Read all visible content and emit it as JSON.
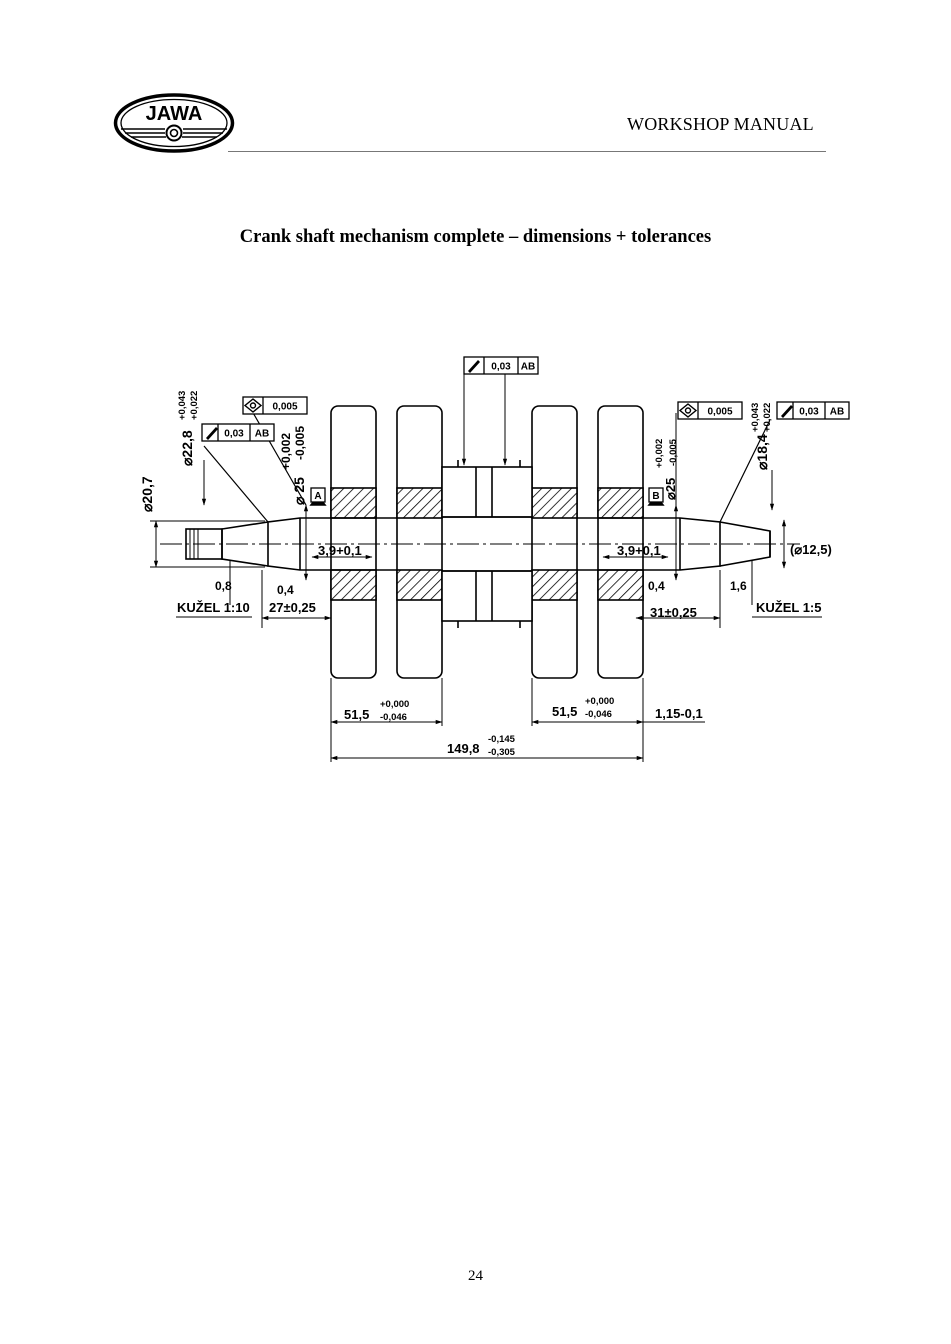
{
  "header": {
    "logo_text": "JAWA",
    "title": "WORKSHOP MANUAL"
  },
  "page_title": "Crank shaft mechanism complete – dimensions + tolerances",
  "drawing": {
    "frames": {
      "top_runout": {
        "value": "0,03",
        "datum": "AB"
      },
      "left_position": {
        "value": "0,005"
      },
      "left_runout": {
        "value": "0,03",
        "datum": "AB"
      },
      "right_position": {
        "value": "0,005"
      },
      "right_runout": {
        "value": "0,03",
        "datum": "AB"
      }
    },
    "datums": {
      "a": "A",
      "b": "B"
    },
    "labels": {
      "dia_20_7": "⌀20,7",
      "dia_22_8": "⌀22,8",
      "dia_22_8_tol_upper": "+0,043",
      "dia_22_8_tol_lower": "+0,022",
      "left_dia_25": "⌀ 25",
      "left_dia_25_tol_upper": "+0,002",
      "left_dia_25_tol_lower": "-0,005",
      "right_dia_25": "⌀25",
      "right_dia_25_tol_upper": "+0,002",
      "right_dia_25_tol_lower": "-0,005",
      "dia_18_4": "⌀18,4",
      "dia_18_4_tol_upper": "+0,043",
      "dia_18_4_tol_lower": "+0,022",
      "dia_12_5": "(⌀12,5)",
      "left_shoulder": "3,9+0,1",
      "right_shoulder": "3,9+0,1",
      "rough_0_8": "0,8",
      "rough_left_0_4": "0,4",
      "rough_right_0_4": "0,4",
      "rough_1_6": "1,6",
      "left_taper": "KUŽEL 1:10",
      "right_taper": "KUŽEL 1:5",
      "left_length": "27±0,25",
      "right_length": "31±0,25",
      "left_width": "51,5",
      "left_width_tol_upper": "+0,000",
      "left_width_tol_lower": "-0,046",
      "right_width": "51,5",
      "right_width_tol_upper": "+0,000",
      "right_width_tol_lower": "-0,046",
      "right_offset": "1,15-0,1",
      "overall": "149,8",
      "overall_tol_upper": "-0,145",
      "overall_tol_lower": "-0,305"
    }
  },
  "page_number": "24"
}
